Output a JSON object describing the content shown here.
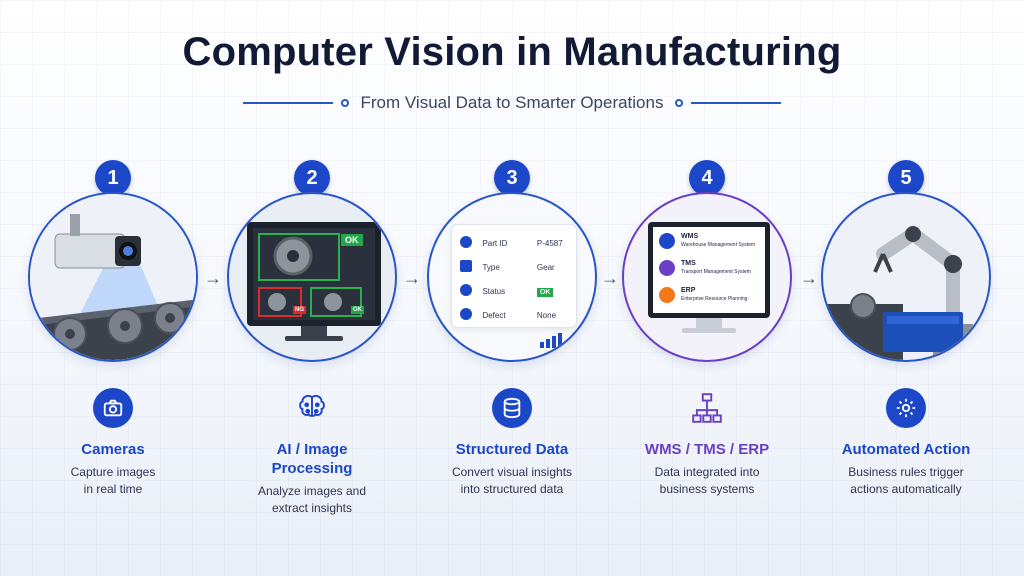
{
  "header": {
    "title": "Computer Vision in Manufacturing",
    "subtitle": "From Visual Data to Smarter Operations"
  },
  "colors": {
    "primary": "#1d47c9",
    "accent_purple": "#6b3fc4",
    "ok_green": "#22a84a",
    "ng_red": "#d92d2d"
  },
  "steps": [
    {
      "number": "1",
      "title": "Cameras",
      "desc": [
        "Capture images",
        "in real time"
      ],
      "icon": "camera-icon"
    },
    {
      "number": "2",
      "title": [
        "AI / Image",
        "Processing"
      ],
      "desc": [
        "Analyze images and",
        "extract insights"
      ],
      "icon": "brain-icon",
      "screen": {
        "ok_label": "OK",
        "ng_label": "NG",
        "ok_small": "OK"
      }
    },
    {
      "number": "3",
      "title": "Structured Data",
      "desc": [
        "Convert visual insights",
        "into structured data"
      ],
      "icon": "database-icon",
      "table": [
        {
          "field": "Part ID",
          "value": "P-4587",
          "icon": "id-icon"
        },
        {
          "field": "Type",
          "value": "Gear",
          "icon": "barcode-icon"
        },
        {
          "field": "Status",
          "value": "OK",
          "icon": "check-icon"
        },
        {
          "field": "Defect",
          "value": "None",
          "icon": "shield-icon"
        }
      ]
    },
    {
      "number": "4",
      "title": "WMS / TMS / ERP",
      "desc": [
        "Data integrated into",
        "business systems"
      ],
      "icon": "network-icon",
      "systems": [
        {
          "code": "WMS",
          "name": "Warehouse Management System",
          "icon": "warehouse-icon"
        },
        {
          "code": "TMS",
          "name": "Transport Management System",
          "icon": "truck-icon"
        },
        {
          "code": "ERP",
          "name": "Enterprise Resource Planning",
          "icon": "chart-icon"
        }
      ]
    },
    {
      "number": "5",
      "title": "Automated Action",
      "desc": [
        "Business rules trigger",
        "actions automatically"
      ],
      "icon": "gear-icon"
    }
  ]
}
